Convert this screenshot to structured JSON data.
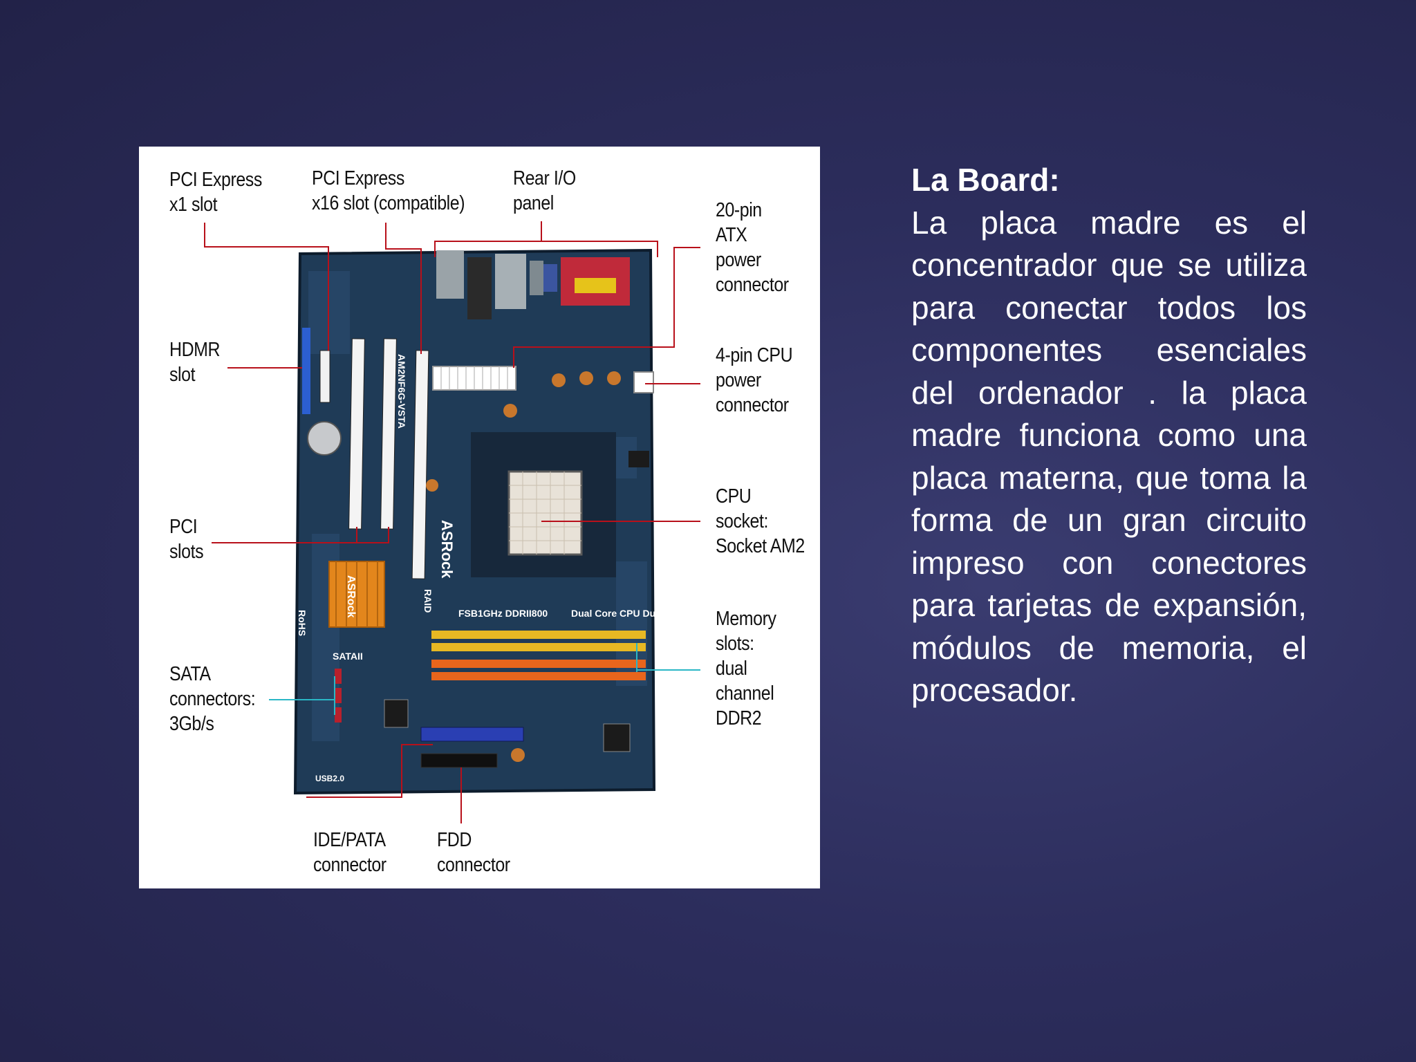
{
  "slide": {
    "title": "La Board:",
    "body": "La placa madre es el concentrador que se utiliza para conectar todos los componentes esenciales del ordenador . la placa madre funciona como una placa materna, que toma la forma de un gran circuito impreso con conectores para tarjetas de expansión, módulos de memoria, el procesador."
  },
  "figure": {
    "labels": {
      "pcie_x1": "PCI Express\nx1 slot",
      "pcie_x16": "PCI Express\nx16 slot (compatible)",
      "rear_io": "Rear I/O\npanel",
      "atx_power": "20-pin\nATX\npower\nconnector",
      "hdmr": "HDMR\nslot",
      "cpu_power": "4-pin CPU\npower\nconnector",
      "cpu_socket": "CPU\nsocket:\nSocket AM2",
      "pci_slots": "PCI\nslots",
      "memory": "Memory\nslots:\ndual\nchannel\nDDR2",
      "sata": "SATA\nconnectors:\n3Gb/s",
      "ide": "IDE/PATA\nconnector",
      "fdd": "FDD\nconnector"
    },
    "board_text": {
      "brand": "ASRock",
      "model": "AM2NF6G-VSTA",
      "fsb": "FSB1GHz\nDDRII800",
      "dual": "Dual Core CPU\nDual Channel",
      "sata_mark": "SATAII",
      "rohs": "RoHS",
      "raid": "RAID",
      "usb": "USB2.0"
    },
    "colors": {
      "pcb": "#1f3b57",
      "callout_red": "#b8101a",
      "callout_cyan": "#2ab7c6"
    }
  }
}
